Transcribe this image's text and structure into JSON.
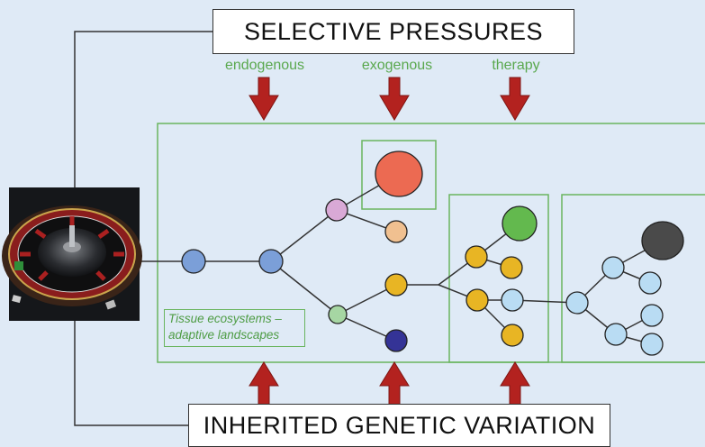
{
  "selective_pressures": {
    "title": "SELECTIVE PRESSURES",
    "labels": [
      "endogenous",
      "exogenous",
      "therapy"
    ]
  },
  "inherited": {
    "title": "INHERITED GENETIC VARIATION"
  },
  "landscape": {
    "line1": "Tissue ecosystems –",
    "line2": "adaptive landscapes"
  },
  "colors": {
    "background": "#dfeaf6",
    "frame_green": "#6ab55f",
    "arrow_red": "#b3221f",
    "blue_node": "#7b9fd8",
    "lilac_node": "#d9a9d6",
    "salmon_node": "#ec6a52",
    "peach_node": "#f0c090",
    "yellow_node": "#e8b524",
    "green_node": "#63b94e",
    "navy_node": "#343396",
    "mint_node": "#a6d6a3",
    "lightblue_node": "#b9dcf3",
    "darkgray_node": "#4a4a4a"
  },
  "icons": {
    "roulette": "roulette-wheel-icon"
  }
}
